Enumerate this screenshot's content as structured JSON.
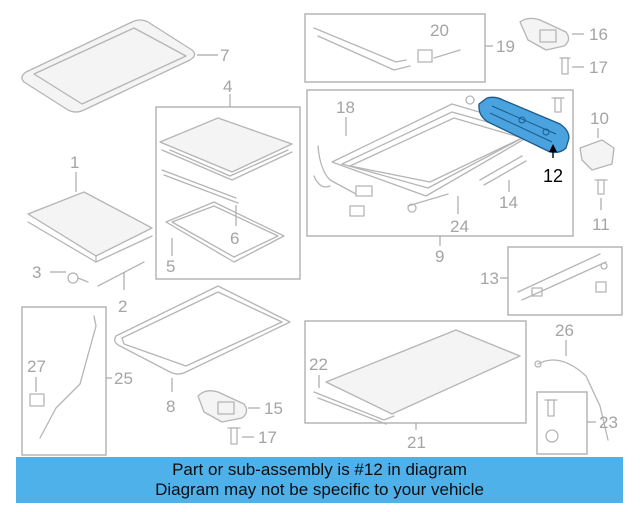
{
  "callouts": {
    "c1": "1",
    "c2": "2",
    "c3": "3",
    "c4": "4",
    "c5": "5",
    "c6": "6",
    "c7": "7",
    "c8": "8",
    "c9": "9",
    "c10": "10",
    "c11": "11",
    "c12": "12",
    "c13": "13",
    "c14": "14",
    "c15": "15",
    "c16": "16",
    "c17a": "17",
    "c17b": "17",
    "c18": "18",
    "c19": "19",
    "c20": "20",
    "c21": "21",
    "c22": "22",
    "c23": "23",
    "c24": "24",
    "c25": "25",
    "c26": "26",
    "c27": "27"
  },
  "highlight": {
    "part_number": "12",
    "color": "#4aa3df"
  },
  "banner": {
    "line1": "Part or sub-assembly is #12 in diagram",
    "line2": "Diagram may not be specific to your vehicle",
    "background": "#4fb1ea"
  }
}
